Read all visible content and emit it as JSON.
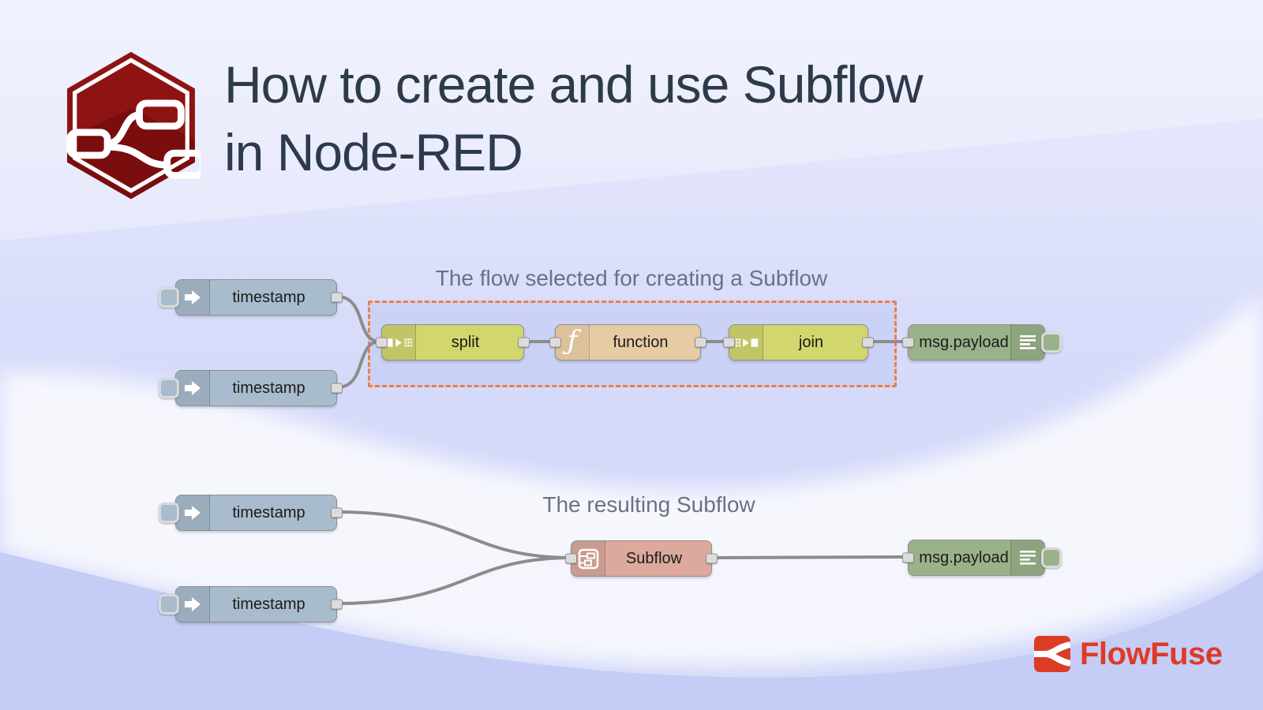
{
  "header": {
    "title_line1": "How to create and use Subflow",
    "title_line2": "in Node-RED",
    "logo": "node-red-hexagon-logo"
  },
  "flows": [
    {
      "caption": "The flow selected for creating a Subflow",
      "nodes": [
        {
          "type": "inject",
          "label": "timestamp"
        },
        {
          "type": "inject",
          "label": "timestamp"
        },
        {
          "type": "split",
          "label": "split"
        },
        {
          "type": "function",
          "label": "function"
        },
        {
          "type": "join",
          "label": "join"
        },
        {
          "type": "debug",
          "label": "msg.payload"
        }
      ]
    },
    {
      "caption": "The resulting Subflow",
      "nodes": [
        {
          "type": "inject",
          "label": "timestamp"
        },
        {
          "type": "inject",
          "label": "timestamp"
        },
        {
          "type": "subflow",
          "label": "Subflow"
        },
        {
          "type": "debug",
          "label": "msg.payload"
        }
      ]
    }
  ],
  "footer": {
    "brand": "FlowFuse"
  },
  "icons": {
    "inject": "arrow-right-block",
    "split": "square-arrow-dots",
    "join": "dots-arrow-square",
    "function": "italic-f",
    "debug": "list-lines",
    "subflow": "boxed-flow",
    "node_red_logo": "hexagon-with-flow",
    "flowfuse_logo": "branch-fork"
  },
  "colors": {
    "inject_node": "#a9bccd",
    "sequence_node": "#d2d66e",
    "function_node": "#e6cba4",
    "debug_node": "#9ab289",
    "subflow_node": "#dca99c",
    "selection_dash": "#ee7e45",
    "wire": "#8c8c8c",
    "title_text": "#2d3a49",
    "caption_text": "#6a7183",
    "nodered_red": "#8e1414",
    "flowfuse_orange": "#dd3b26"
  }
}
